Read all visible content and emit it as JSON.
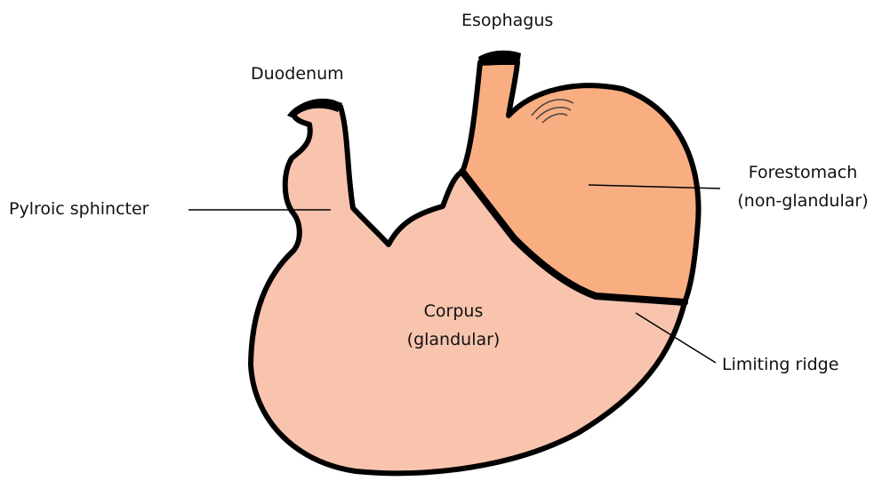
{
  "diagram": {
    "labels": {
      "esophagus": "Esophagus",
      "duodenum": "Duodenum",
      "pyloric_sphincter": "Pylroic sphincter",
      "forestomach_line1": "Forestomach",
      "forestomach_line2": "(non-glandular)",
      "corpus_line1": "Corpus",
      "corpus_line2": "(glandular)",
      "limiting_ridge": "Limiting ridge"
    },
    "colors": {
      "corpus_fill": "#F8C4AE",
      "forestomach_fill": "#F9AE82",
      "outline": "#000000",
      "background": "#FFFFFF"
    }
  }
}
